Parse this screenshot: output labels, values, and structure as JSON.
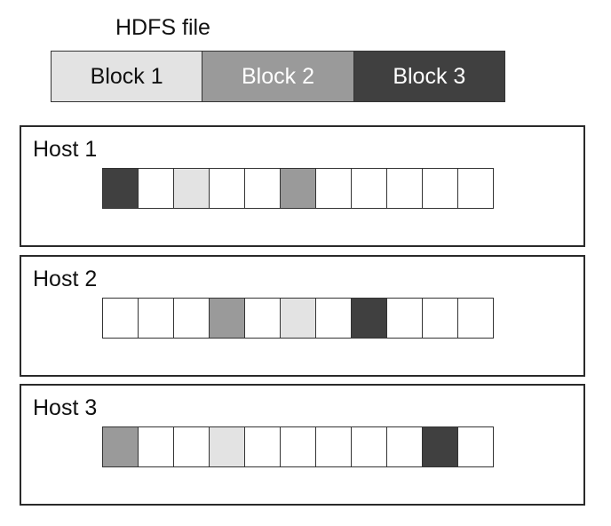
{
  "title": "HDFS file",
  "blocks": [
    {
      "label": "Block 1",
      "fill": "#e3e3e3",
      "text_color": "#111111"
    },
    {
      "label": "Block 2",
      "fill": "#9a9a9a",
      "text_color": "#ffffff"
    },
    {
      "label": "Block 3",
      "fill": "#404040",
      "text_color": "#ffffff"
    }
  ],
  "empty_slot_color": "#ffffff",
  "hosts": [
    {
      "label": "Host 1",
      "slots": [
        3,
        0,
        1,
        0,
        0,
        2,
        0,
        0,
        0,
        0,
        0
      ]
    },
    {
      "label": "Host 2",
      "slots": [
        0,
        0,
        0,
        2,
        0,
        1,
        0,
        3,
        0,
        0,
        0
      ]
    },
    {
      "label": "Host 3",
      "slots": [
        2,
        0,
        0,
        1,
        0,
        0,
        0,
        0,
        0,
        3,
        0
      ]
    }
  ]
}
